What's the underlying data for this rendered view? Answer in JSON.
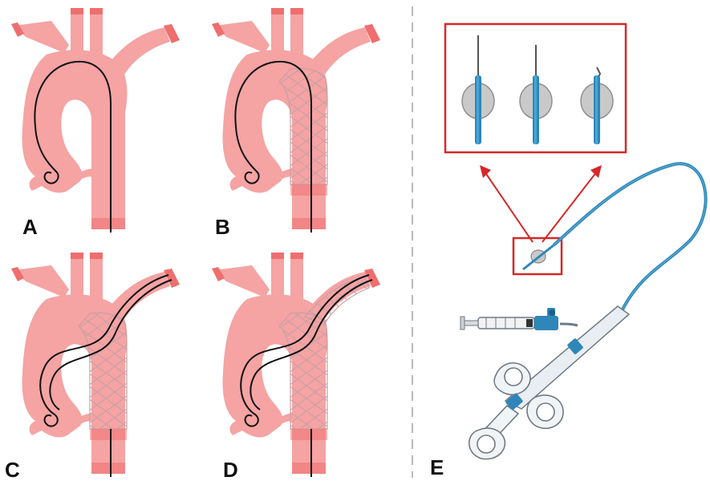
{
  "panels": [
    {
      "label": "A",
      "stent": "none",
      "wire": "single"
    },
    {
      "label": "B",
      "stent": "descending",
      "wire": "single"
    },
    {
      "label": "C",
      "stent": "descending",
      "wire": "double"
    },
    {
      "label": "D",
      "stent": "arch-and-descending",
      "wire": "double"
    }
  ],
  "panel_e": {
    "label": "E",
    "device": "needle-puncture-catheter",
    "inset_views": 3
  },
  "colors": {
    "aorta_fill": "#f5a3a3",
    "aorta_stroke": "#e78c8c",
    "vessel_end": "#ef6e6e",
    "stent_mesh": "#c8a0a5",
    "wire": "#111111",
    "device_blue": "#2f86b8",
    "device_blue_light": "#4fb3dd",
    "frame_red": "#d62828",
    "divider": "#bbbbbb"
  }
}
